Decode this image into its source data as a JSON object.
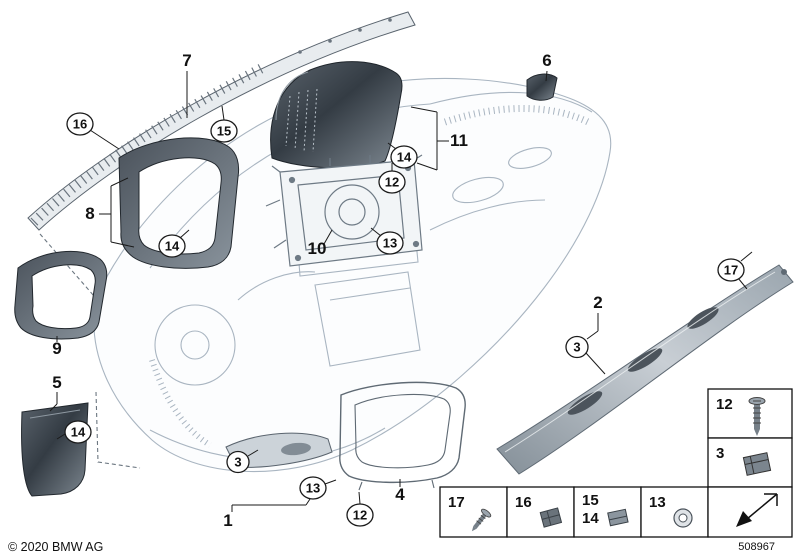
{
  "diagram": {
    "type": "exploded-parts-diagram",
    "subject": "Instrument panel trim components"
  },
  "callouts": [
    {
      "label": "7",
      "shape": "plain"
    },
    {
      "label": "16",
      "shape": "circled"
    },
    {
      "label": "15",
      "shape": "circled"
    },
    {
      "label": "6",
      "shape": "plain"
    },
    {
      "label": "11",
      "shape": "plain"
    },
    {
      "label": "14",
      "shape": "circled"
    },
    {
      "label": "12",
      "shape": "circled"
    },
    {
      "label": "13",
      "shape": "circled"
    },
    {
      "label": "8",
      "shape": "plain"
    },
    {
      "label": "14",
      "shape": "circled"
    },
    {
      "label": "10",
      "shape": "plain"
    },
    {
      "label": "9",
      "shape": "plain"
    },
    {
      "label": "5",
      "shape": "plain"
    },
    {
      "label": "14",
      "shape": "circled"
    },
    {
      "label": "3",
      "shape": "circled"
    },
    {
      "label": "1",
      "shape": "plain"
    },
    {
      "label": "13",
      "shape": "circled"
    },
    {
      "label": "12",
      "shape": "circled"
    },
    {
      "label": "4",
      "shape": "plain"
    },
    {
      "label": "2",
      "shape": "plain"
    },
    {
      "label": "3",
      "shape": "circled"
    },
    {
      "label": "17",
      "shape": "circled"
    }
  ],
  "legend": {
    "cells": [
      {
        "number": "17",
        "icon": "screw-icon"
      },
      {
        "number": "16",
        "icon": "spring-clip-icon"
      },
      {
        "number": "15",
        "number2": "14",
        "icon": "spring-clip-icon"
      },
      {
        "number": "13",
        "icon": "grommet-icon"
      }
    ],
    "side": [
      {
        "number": "12",
        "icon": "screw-icon"
      },
      {
        "number": "3",
        "icon": "spring-clip-icon"
      },
      {
        "icon": "direction-arrow-icon"
      }
    ]
  },
  "footer": {
    "copyright": "© 2020 BMW AG",
    "diagram_number": "508967"
  },
  "colors": {
    "line_art": "#a9b5c1",
    "part_dark": "#333b43",
    "part_silver": "#b9c2c9",
    "ink": "#1a1a1a"
  }
}
